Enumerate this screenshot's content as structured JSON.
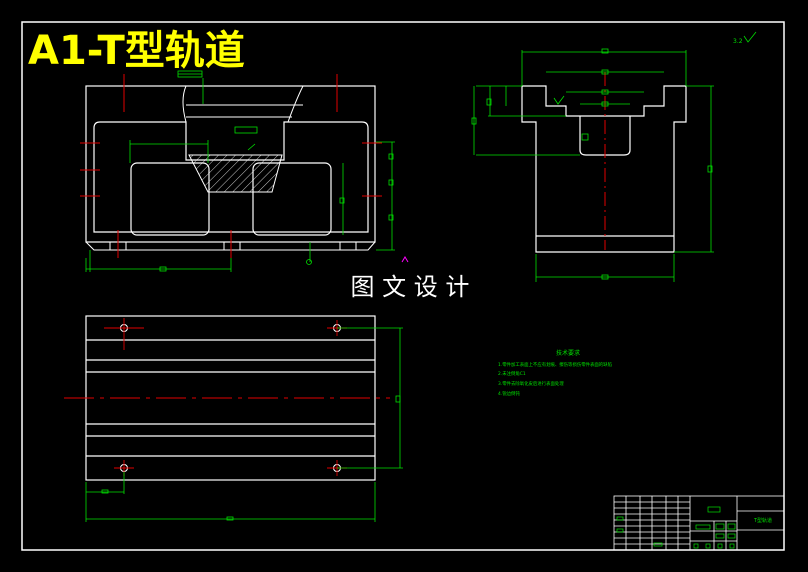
{
  "drawing": {
    "title": "A1-T型轨道",
    "watermark": "图 文 设 计",
    "roughness_mark": "3.2",
    "notes_heading": "技术要求",
    "notes": [
      "1.零件加工表面上不应有划痕、擦伤等损伤零件表面的缺陷",
      "2.未注倒角C1",
      "3.零件去除氧化皮后进行表面处理",
      "4.锐边倒钝"
    ]
  },
  "title_block": {
    "part_label": "T型轨道"
  },
  "colors": {
    "background": "#000000",
    "outline": "#ffffff",
    "dimension": "#00e000",
    "center_line": "#e00000",
    "title": "#ffff00",
    "mark": "#ff00ff"
  }
}
